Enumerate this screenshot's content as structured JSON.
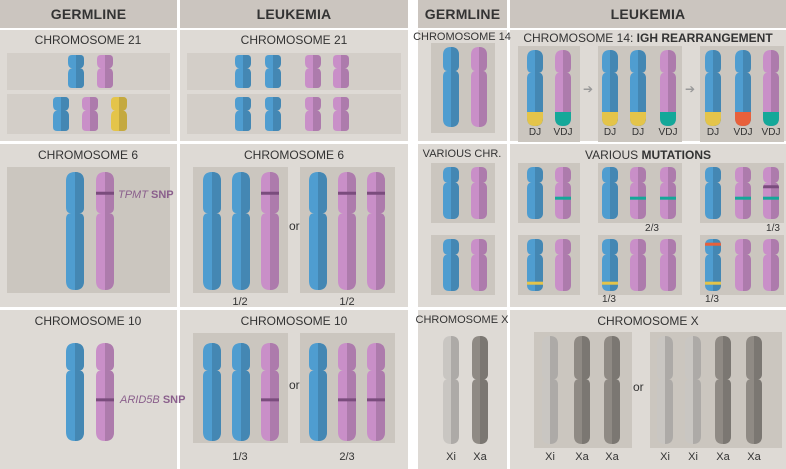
{
  "colors": {
    "blue": "#4f9dd0",
    "pink": "#c98fc8",
    "yellow": "#e4c44a",
    "teal": "#14a899",
    "red": "#e8603b",
    "gray_light": "#c9c6c2",
    "gray_dark": "#8f8a84",
    "band_purple": "#7a4c7d"
  },
  "left": {
    "header_germline": "GERMLINE",
    "header_leukemia": "LEUKEMIA",
    "chr21_germ": "CHROMOSOME 21",
    "chr21_leuk": "CHROMOSOME 21",
    "chr6_germ": "CHROMOSOME 6",
    "chr6_leuk": "CHROMOSOME 6",
    "chr10_germ": "CHROMOSOME 10",
    "chr10_leuk": "CHROMOSOME 10",
    "tpmt_gene": "TPMT",
    "arid5b_gene": "ARID5B",
    "snp": "SNP",
    "or": "or",
    "frac_half": "1/2",
    "frac_third": "1/3",
    "frac_two_thirds": "2/3"
  },
  "right": {
    "header_germline": "GERMLINE",
    "header_leukemia": "LEUKEMIA",
    "chr14_germ": "CHROMOSOME 14",
    "chr14_leuk_prefix": "CHROMOSOME 14:",
    "chr14_leuk_bold": "IGH REARRANGEMENT",
    "various_chr": "VARIOUS CHR.",
    "various_prefix": "VARIOUS",
    "various_bold": "MUTATIONS",
    "chrx_germ": "CHROMOSOME X",
    "chrx_leuk": "CHROMOSOME X",
    "dj": "DJ",
    "vdj": "VDJ",
    "xi": "Xi",
    "xa": "Xa",
    "or": "or",
    "frac_two_thirds": "2/3",
    "frac_third": "1/3"
  }
}
